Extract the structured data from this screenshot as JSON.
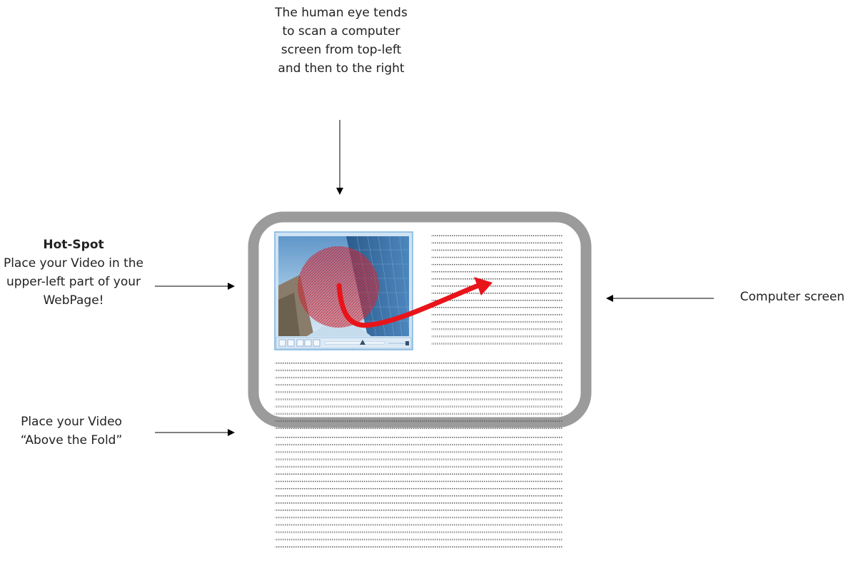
{
  "annotations": {
    "top_note": "The human eye tends to scan a computer screen from top-left and then to the right",
    "hotspot_title": "Hot-Spot",
    "hotspot_body": "Place your Video in the upper-left part of your WebPage!",
    "fold_note": "Place your Video “Above the Fold”",
    "screen_note": "Computer screen"
  },
  "colors": {
    "screen_frame": "#9b9b9b",
    "scan_arrow": "#e8141a",
    "hotspot_circle": "#d8323f",
    "video_frame": "#7fb3df"
  },
  "icons": {
    "video_thumbnail": "video-player-thumbnail",
    "pointer_arrows": "arrow-icon"
  }
}
